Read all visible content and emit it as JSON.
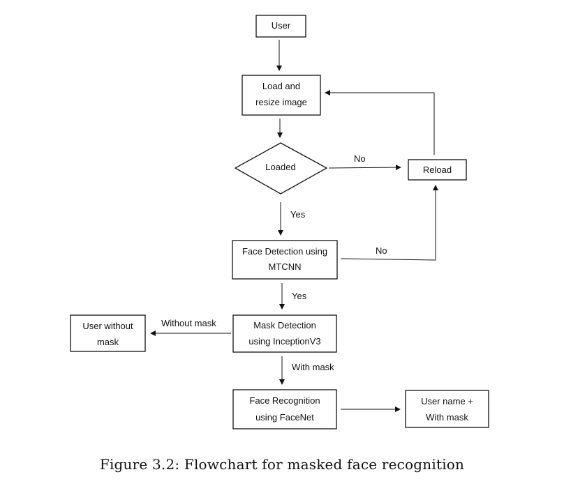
{
  "nodes": {
    "user": "User",
    "load_line1": "Load and",
    "load_line2": "resize image",
    "loaded": "Loaded",
    "reload": "Reload",
    "face_detection_line1": "Face Detection using",
    "face_detection_line2": "MTCNN",
    "mask_detection_line1": "Mask Detection",
    "mask_detection_line2": "using InceptionV3",
    "user_without_mask_line1": "User without",
    "user_without_mask_line2": "mask",
    "face_recognition_line1": "Face Recognition",
    "face_recognition_line2": "using FaceNet",
    "username_with_mask_line1": "User name +",
    "username_with_mask_line2": "With mask"
  },
  "edges": {
    "loaded_no": "No",
    "loaded_yes": "Yes",
    "face_no": "No",
    "face_yes": "Yes",
    "without_mask": "Without mask",
    "with_mask": "With mask"
  },
  "caption": "Figure 3.2: Flowchart for masked face recognition"
}
